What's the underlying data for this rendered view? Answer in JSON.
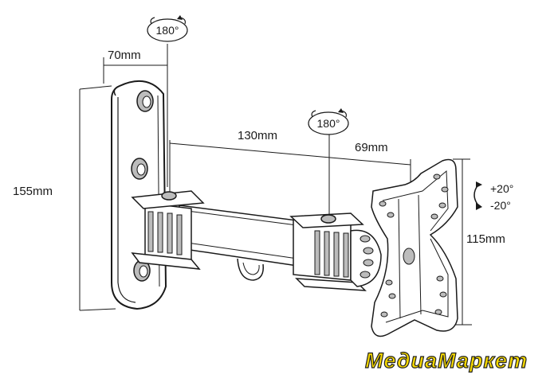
{
  "dimensions": {
    "wall_plate_width": "70mm",
    "height": "155mm",
    "arm_length": "130mm",
    "head_depth": "69mm",
    "vesa_height": "115mm"
  },
  "rotations": {
    "wall_swivel": "180°",
    "arm_swivel": "180°",
    "tilt_up": "+20°",
    "tilt_down": "-20°"
  },
  "watermark": {
    "text": "МедиаМаркет",
    "fill_color": "#f5d800",
    "outline_color": "#222222"
  },
  "colors": {
    "line": "#1a1a1a",
    "part_fill": "#ffffff",
    "shade": "#bcbcbc"
  }
}
